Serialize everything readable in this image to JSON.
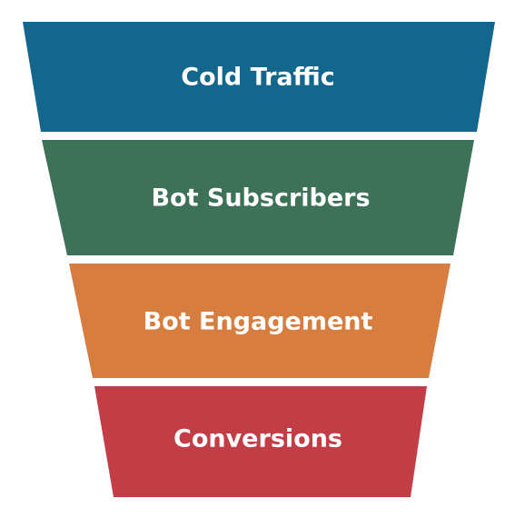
{
  "funnel": {
    "stages": [
      {
        "label": "Cold Traffic",
        "color": "#14678c"
      },
      {
        "label": "Bot Subscribers",
        "color": "#3d7158"
      },
      {
        "label": "Bot Engagement",
        "color": "#d87d40"
      },
      {
        "label": "Conversions",
        "color": "#c33d47"
      }
    ]
  }
}
